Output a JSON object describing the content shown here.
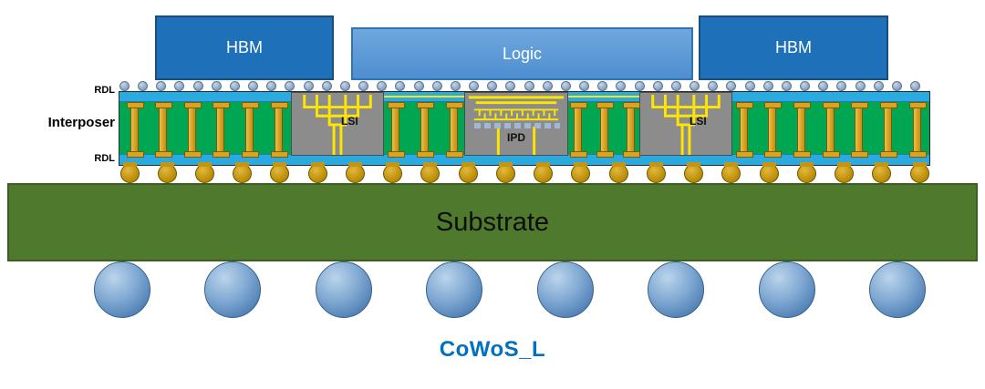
{
  "title": "CoWoS_L",
  "chips": {
    "hbm_left": "HBM",
    "logic": "Logic",
    "hbm_right": "HBM"
  },
  "interposer": {
    "label": "Interposer",
    "rdl_top_label": "RDL",
    "rdl_bottom_label": "RDL",
    "blocks": [
      {
        "label": "LSI"
      },
      {
        "label": "IPD"
      },
      {
        "label": "LSI"
      }
    ]
  },
  "substrate": {
    "label": "Substrate"
  },
  "counts": {
    "microbumps": 44,
    "c4_bumps": 22,
    "bga_balls": 8,
    "tsv_via_groups": [
      6,
      3,
      3,
      7
    ]
  },
  "colors": {
    "hbm_blue": "#1E71B8",
    "logic_blue": "#5D9BD6",
    "rdl_cyan": "#29ABE2",
    "interposer_green": "#00A651",
    "tsv_gold": "#D29A1C",
    "c4_gold": "#BC8F07",
    "die_gray": "#8C8C8C",
    "wire_yellow": "#FFE600",
    "substrate_green": "#4F7A2D",
    "ball_blue": "#6E9CCB",
    "microbump_gray": "#9FB8D8",
    "title_blue": "#0070C0"
  }
}
